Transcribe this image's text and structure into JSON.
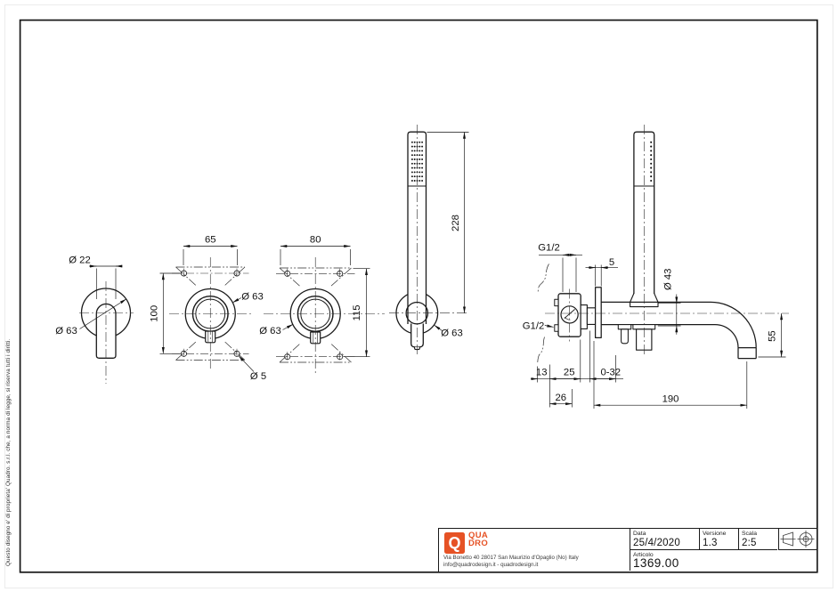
{
  "page": {
    "note_vertical": "Questo disegno e' di proprieta' Quadro. s.r.l. che, a norma di legge, si riserva tutti i diritti."
  },
  "title_block": {
    "logo_q": "Q",
    "logo_line1": "QUA",
    "logo_line2": "DRO",
    "accent_color": "#E65225",
    "address_line1": "Via Bonetto 40  28017 San Maurizio d'Opaglio (No) Italy",
    "address_line2": "info@quadrodesign.it  -  quadrodesign.it",
    "data_label": "Data",
    "data_value": "25/4/2020",
    "versione_label": "Versione",
    "versione_value": "1.3",
    "scala_label": "Scala",
    "scala_value": "2:5",
    "articolo_label": "Articolo",
    "articolo_value": "1369.00",
    "projection_icon": "first-angle-projection-symbol"
  },
  "dims": {
    "v1_d22": "Ø 22",
    "v1_d63": "Ø 63",
    "v2_w": "65",
    "v2_h": "100",
    "v2_d63": "Ø 63",
    "v2_d5": "Ø 5",
    "v3_w": "80",
    "v3_h": "115",
    "v3_d63": "Ø 63",
    "v4_h": "228",
    "v4_d63": "Ø 63",
    "s_g12_top": "G1/2",
    "s_g12_left": "G1/2",
    "s_5": "5",
    "s_d43": "Ø 43",
    "s_55": "55",
    "s_13": "13",
    "s_25": "25",
    "s_032": "0-32",
    "s_26": "26",
    "s_190": "190"
  }
}
